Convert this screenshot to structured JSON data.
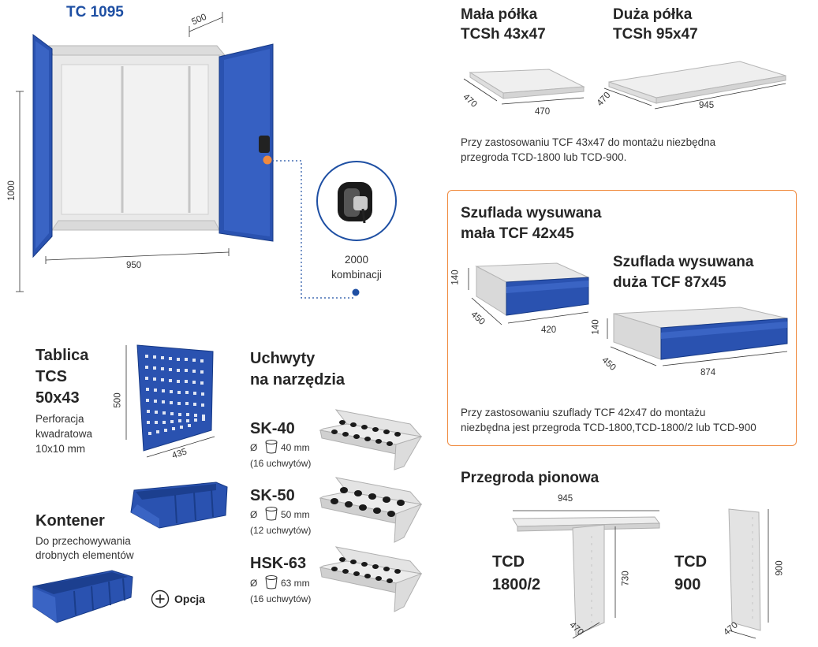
{
  "cabinet": {
    "title": "TC 1095",
    "dim_depth": "500",
    "dim_height": "1000",
    "dim_width": "950",
    "lock_caption_line1": "2000",
    "lock_caption_line2": "kombinacji"
  },
  "shelves": {
    "small_title_line1": "Mała półka",
    "small_title_line2": "TCSh 43x47",
    "small_dim_depth": "470",
    "small_dim_width": "470",
    "large_title_line1": "Duża półka",
    "large_title_line2": "TCSh 95x47",
    "large_dim_depth": "470",
    "large_dim_width": "945",
    "note_line1": "Przy zastosowaniu TCF 43x47 do montażu niezbędna",
    "note_line2": "przegroda TCD-1800 lub TCD-900."
  },
  "drawers": {
    "small_title_line1": "Szuflada wysuwana",
    "small_title_line2": "mała TCF 42x45",
    "small_dim_height": "140",
    "small_dim_depth": "450",
    "small_dim_width": "420",
    "large_title_line1": "Szuflada wysuwana",
    "large_title_line2": "duża TCF 87x45",
    "large_dim_height": "140",
    "large_dim_depth": "450",
    "large_dim_width": "874",
    "note_line1": "Przy zastosowaniu szuflady TCF 42x47 do montażu",
    "note_line2": "niezbędna jest przegroda TCD-1800,TCD-1800/2 lub TCD-900"
  },
  "panel": {
    "title_line1": "Tablica",
    "title_line2": "TCS",
    "title_line3": "50x43",
    "desc_line1": "Perforacja",
    "desc_line2": "kwadratowa",
    "desc_line3": "10x10 mm",
    "dim_height": "500",
    "dim_width": "435"
  },
  "container": {
    "title": "Kontener",
    "desc_line1": "Do przechowywania",
    "desc_line2": "drobnych elementów",
    "option_label": "Opcja"
  },
  "holders": {
    "title_line1": "Uchwyty",
    "title_line2": "na narzędzia",
    "items": [
      {
        "name": "SK-40",
        "diameter": "40 mm",
        "count": "(16 uchwytów)"
      },
      {
        "name": "SK-50",
        "diameter": "50 mm",
        "count": "(12 uchwytów)"
      },
      {
        "name": "HSK-63",
        "diameter": "63 mm",
        "count": "(16 uchwytów)"
      }
    ],
    "diameter_symbol": "Ø"
  },
  "partition": {
    "title": "Przegroda pionowa",
    "tcd1800_line1": "TCD",
    "tcd1800_line2": "1800/2",
    "tcd1800_dim_width": "945",
    "tcd1800_dim_height": "730",
    "tcd1800_dim_depth": "470",
    "tcd900_line1": "TCD",
    "tcd900_line2": "900",
    "tcd900_dim_height": "900",
    "tcd900_dim_depth": "470"
  },
  "colors": {
    "brand_blue": "#1e4fa3",
    "accent_orange": "#f08a3e",
    "light_grey": "#e6e6e6"
  }
}
